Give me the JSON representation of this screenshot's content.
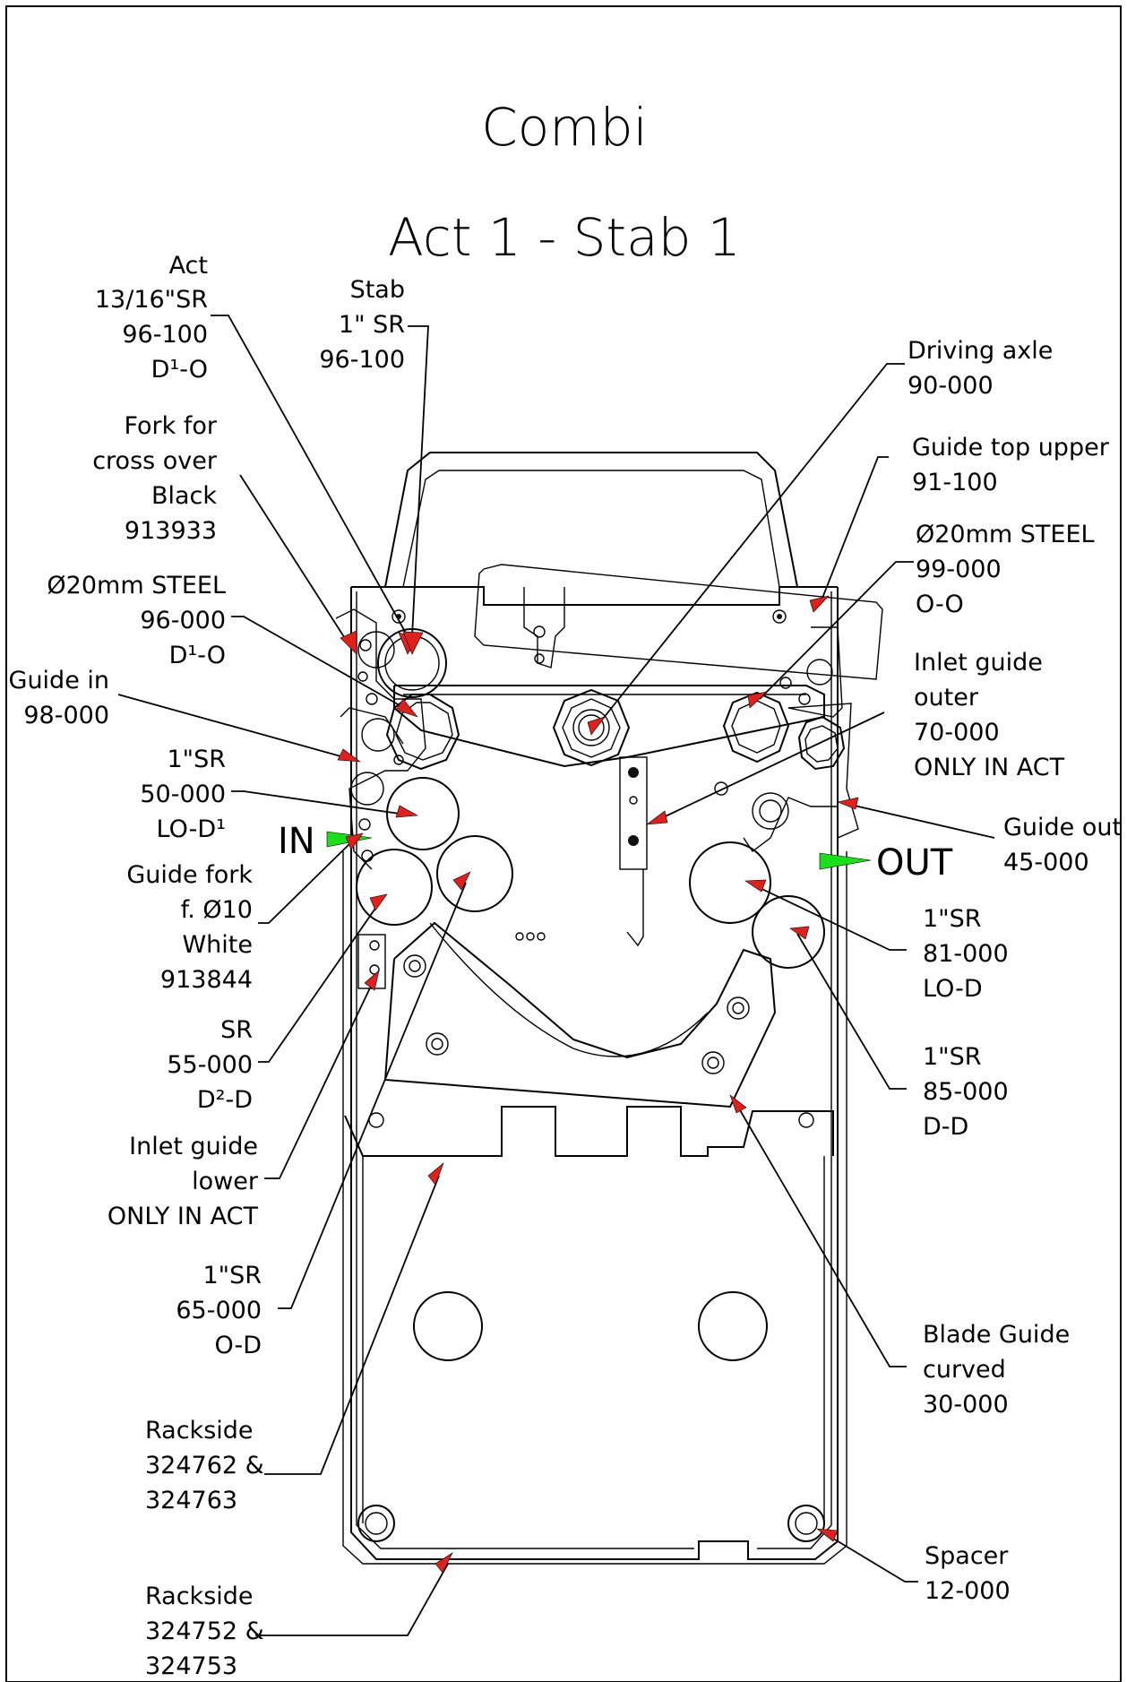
{
  "title": "Combi",
  "subtitle": "Act 1 - Stab 1",
  "flow": {
    "in": "IN",
    "out": "OUT"
  },
  "colors": {
    "arrow": "#e0201c",
    "flow_marker": "#19e019",
    "line": "#000000"
  },
  "labels": {
    "act": [
      "Act",
      "13/16\"SR",
      "96-100",
      "D¹-O"
    ],
    "stab": [
      "Stab",
      "1\" SR",
      "96-100"
    ],
    "fork": [
      "Fork for",
      "cross over",
      "Black",
      "913933"
    ],
    "steel_left": [
      "Ø20mm STEEL",
      "96-000",
      "D¹-O"
    ],
    "guide_in": [
      "Guide in",
      "98-000"
    ],
    "sr50": [
      "1\"SR",
      "50-000",
      "LO-D¹"
    ],
    "guide_fork": [
      "Guide fork",
      "f. Ø10",
      "White",
      "913844"
    ],
    "sr55": [
      "SR",
      "55-000",
      "D²-D"
    ],
    "inlet_lower": [
      "Inlet guide",
      "lower",
      "ONLY IN ACT"
    ],
    "sr65": [
      "1\"SR",
      "65-000",
      "O-D"
    ],
    "rackside_a": [
      "Rackside",
      "324762 &",
      "324763"
    ],
    "rackside_b": [
      "Rackside",
      "324752 &",
      "324753"
    ],
    "driving_axle": [
      "Driving axle",
      "90-000"
    ],
    "guide_top": [
      "Guide top upper",
      "91-100"
    ],
    "steel_right": [
      "Ø20mm STEEL",
      "99-000",
      "O-O"
    ],
    "inlet_outer": [
      "Inlet guide",
      "outer",
      "70-000",
      "ONLY IN ACT"
    ],
    "guide_out": [
      "Guide out",
      "45-000"
    ],
    "sr81": [
      "1\"SR",
      "81-000",
      "LO-D"
    ],
    "sr85": [
      "1\"SR",
      "85-000",
      "D-D"
    ],
    "blade_guide": [
      "Blade Guide",
      "curved",
      "30-000"
    ],
    "spacer": [
      "Spacer",
      "12-000"
    ]
  }
}
